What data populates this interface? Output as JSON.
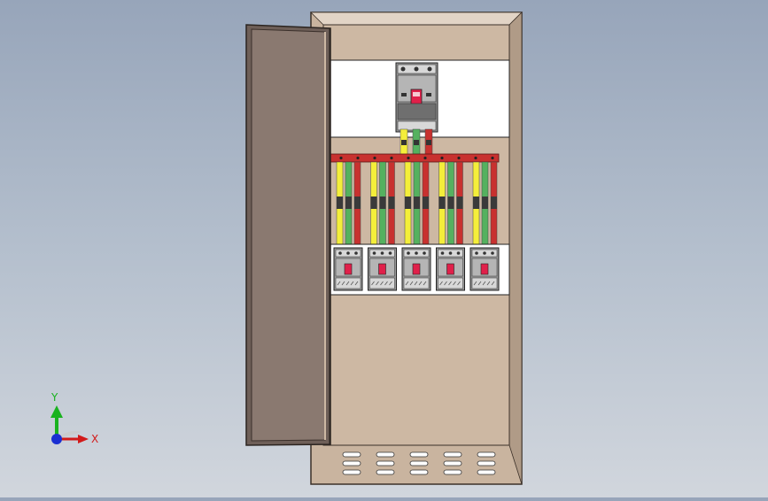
{
  "viewport": {
    "background_top": "#97a5ba",
    "background_bottom": "#d1d6dd"
  },
  "triad": {
    "x_label": "X",
    "y_label": "Y",
    "x_color": "#d21a1a",
    "y_color": "#19b21f",
    "z_color": "#1a2fd2"
  },
  "cabinet": {
    "body_color": "#cdb8a3",
    "door_color": "#8a7970",
    "busbar_color": "#c8312f",
    "wire_colors": [
      "#f4ee3a",
      "#55b15f",
      "#c8312f"
    ],
    "main_breaker_poles": 3,
    "branch_breakers": 5,
    "vent_columns": 5,
    "vent_rows": 3
  }
}
